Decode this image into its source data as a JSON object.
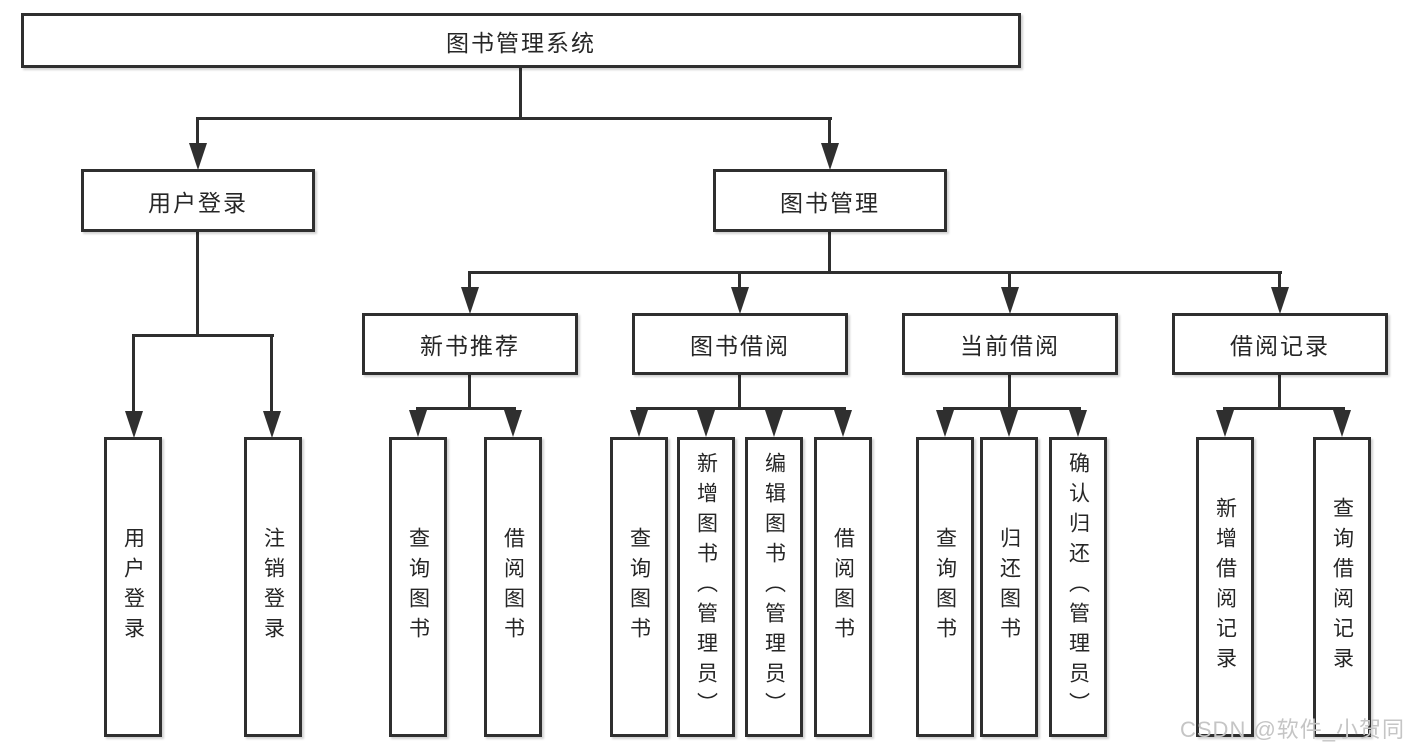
{
  "colors": {
    "line": "#2f2f2f",
    "box_fill": "#ffffff",
    "text": "#262626",
    "watermark": "#c5c5c5",
    "background": "#ffffff"
  },
  "watermark": {
    "text": "CSDN @软件_小贺同学"
  },
  "tree": {
    "label": "图书管理系统",
    "children": [
      {
        "label": "用户登录",
        "children": [
          {
            "label": "用户登录"
          },
          {
            "label": "注销登录"
          }
        ]
      },
      {
        "label": "图书管理",
        "children": [
          {
            "label": "新书推荐",
            "children": [
              {
                "label": "查询图书"
              },
              {
                "label": "借阅图书"
              }
            ]
          },
          {
            "label": "图书借阅",
            "children": [
              {
                "label": "查询图书"
              },
              {
                "label": "新增图书（管理员）"
              },
              {
                "label": "编辑图书（管理员）"
              },
              {
                "label": "借阅图书"
              }
            ]
          },
          {
            "label": "当前借阅",
            "children": [
              {
                "label": "查询图书"
              },
              {
                "label": "归还图书"
              },
              {
                "label": "确认归还（管理员）"
              }
            ]
          },
          {
            "label": "借阅记录",
            "children": [
              {
                "label": "新增借阅记录"
              },
              {
                "label": "查询借阅记录"
              }
            ]
          }
        ]
      }
    ]
  }
}
